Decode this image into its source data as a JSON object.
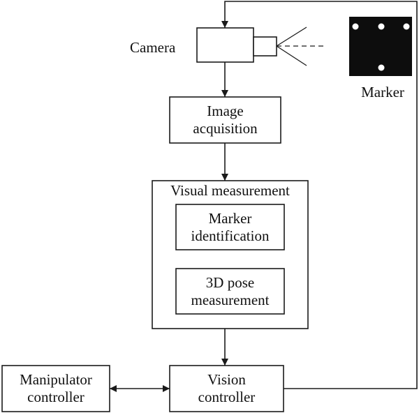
{
  "colors": {
    "stroke": "#1a1a1a",
    "marker_fill": "#0d0d0d",
    "marker_dots": "#ffffff",
    "background": "#ffffff"
  },
  "camera": {
    "label": "Camera"
  },
  "marker": {
    "label": "Marker",
    "dot_count": 4
  },
  "image_acquisition": {
    "line1": "Image",
    "line2": "acquisition"
  },
  "visual_measurement": {
    "title": "Visual measurement",
    "marker_identification": {
      "line1": "Marker",
      "line2": "identification"
    },
    "pose_measurement": {
      "line1": "3D pose",
      "line2": "measurement"
    }
  },
  "vision_controller": {
    "line1": "Vision",
    "line2": "controller"
  },
  "manipulator_controller": {
    "line1": "Manipulator",
    "line2": "controller"
  }
}
